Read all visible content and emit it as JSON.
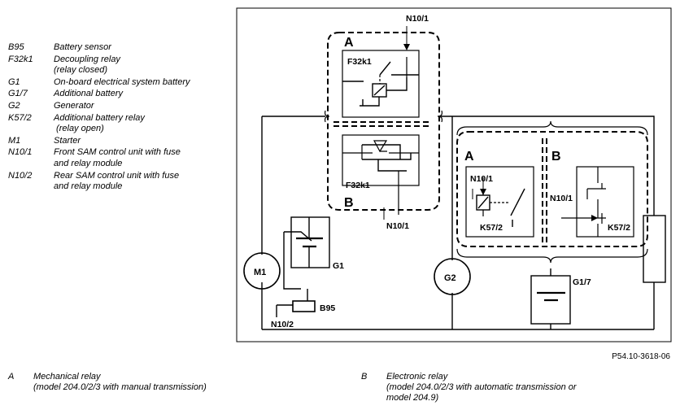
{
  "legend": [
    {
      "code": "B95",
      "desc": "Battery sensor"
    },
    {
      "code": "F32k1",
      "desc": "Decoupling relay",
      "desc2": "(relay closed)"
    },
    {
      "code": "G1",
      "desc": "On-board electrical system battery"
    },
    {
      "code": "G1/7",
      "desc": "Additional battery"
    },
    {
      "code": "G2",
      "desc": "Generator"
    },
    {
      "code": "K57/2",
      "desc": "Additional battery relay",
      "desc2": " (relay open)"
    },
    {
      "code": "M1",
      "desc": "Starter"
    },
    {
      "code": "N10/1",
      "desc": "Front SAM control unit with fuse",
      "desc2": "and relay module"
    },
    {
      "code": "N10/2",
      "desc": "Rear SAM control unit with fuse",
      "desc2": "and relay module"
    }
  ],
  "diagram": {
    "label_a": "A",
    "label_b": "B",
    "f32k1": "F32k1",
    "k57_2": "K57/2",
    "n10_1": "N10/1",
    "n10_2": "N10/2",
    "m1": "M1",
    "g1": "G1",
    "g2": "G2",
    "g1_7": "G1/7",
    "b95": "B95"
  },
  "notes": {
    "a_label": "A",
    "a_line1": "Mechanical relay",
    "a_line2": "(model 204.0/2/3 with manual transmission)",
    "b_label": "B",
    "b_line1": "Electronic relay",
    "b_line2": "(model 204.0/2/3 with automatic transmission or",
    "b_line3": "model 204.9)"
  },
  "ref_code": "P54.10-3618-06"
}
